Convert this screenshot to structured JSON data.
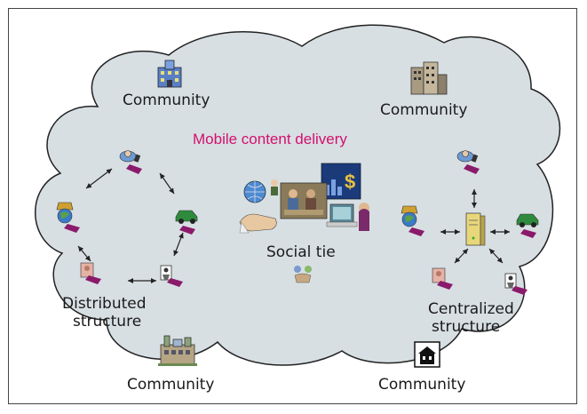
{
  "title": "Mobile content delivery",
  "colors": {
    "cloud_fill": "#d7dfe3",
    "cloud_stroke": "#222222",
    "title": "#d4106e",
    "arrow": "#222222",
    "text": "#1a1a1a"
  },
  "communities": {
    "top_left": "Community",
    "top_right": "Community",
    "bottom_left": "Community",
    "bottom_right": "Community"
  },
  "center": {
    "label": "Social tie"
  },
  "distributed": {
    "line1": "Distributed",
    "line2": "structure"
  },
  "centralized": {
    "line1": "Centralized",
    "line2": "structure"
  },
  "icons": {
    "community_tl": "office-building-icon",
    "community_tr": "city-building-icon",
    "community_bl": "factory-building-icon",
    "community_br": "house-icon",
    "server": "server-tower-icon",
    "phones": [
      "traveler-phone-icon",
      "globe-phone-icon",
      "car-phone-icon",
      "person-phone-icon",
      "worker-phone-icon"
    ],
    "social": [
      "people-meeting-icon",
      "dollar-chart-icon",
      "desk-computer-icon",
      "handshake-icon",
      "globe-network-icon"
    ]
  }
}
